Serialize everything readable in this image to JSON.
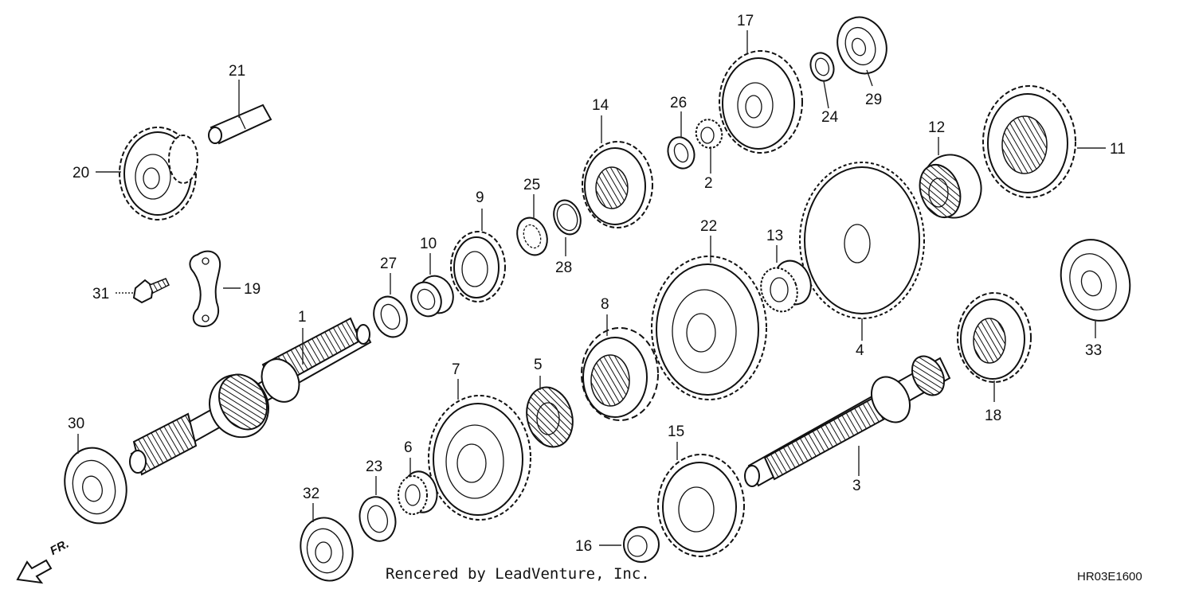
{
  "parts": [
    {
      "id": "1",
      "name": "mainshaft"
    },
    {
      "id": "2",
      "name": "needle-bearing-small"
    },
    {
      "id": "3",
      "name": "countershaft"
    },
    {
      "id": "4",
      "name": "large-flat-gear"
    },
    {
      "id": "5",
      "name": "needle-bearing"
    },
    {
      "id": "6",
      "name": "bushing"
    },
    {
      "id": "7",
      "name": "gear"
    },
    {
      "id": "8",
      "name": "gear"
    },
    {
      "id": "9",
      "name": "gear"
    },
    {
      "id": "10",
      "name": "bushing"
    },
    {
      "id": "11",
      "name": "gear"
    },
    {
      "id": "12",
      "name": "needle-bearing"
    },
    {
      "id": "13",
      "name": "bushing"
    },
    {
      "id": "14",
      "name": "gear"
    },
    {
      "id": "15",
      "name": "gear"
    },
    {
      "id": "16",
      "name": "bushing"
    },
    {
      "id": "17",
      "name": "gear"
    },
    {
      "id": "18",
      "name": "gear"
    },
    {
      "id": "19",
      "name": "set-plate"
    },
    {
      "id": "20",
      "name": "idle-gear"
    },
    {
      "id": "21",
      "name": "idle-shaft"
    },
    {
      "id": "22",
      "name": "gear"
    },
    {
      "id": "23",
      "name": "washer"
    },
    {
      "id": "24",
      "name": "washer"
    },
    {
      "id": "25",
      "name": "washer"
    },
    {
      "id": "26",
      "name": "washer"
    },
    {
      "id": "27",
      "name": "washer"
    },
    {
      "id": "28",
      "name": "snap-ring"
    },
    {
      "id": "29",
      "name": "bearing"
    },
    {
      "id": "30",
      "name": "bearing"
    },
    {
      "id": "31",
      "name": "bolt"
    },
    {
      "id": "32",
      "name": "bearing"
    },
    {
      "id": "33",
      "name": "bearing"
    }
  ],
  "footer": {
    "credit": "Rencered by LeadVenture, Inc.",
    "code": "HR03E1600"
  },
  "direction": {
    "label": "FR."
  }
}
